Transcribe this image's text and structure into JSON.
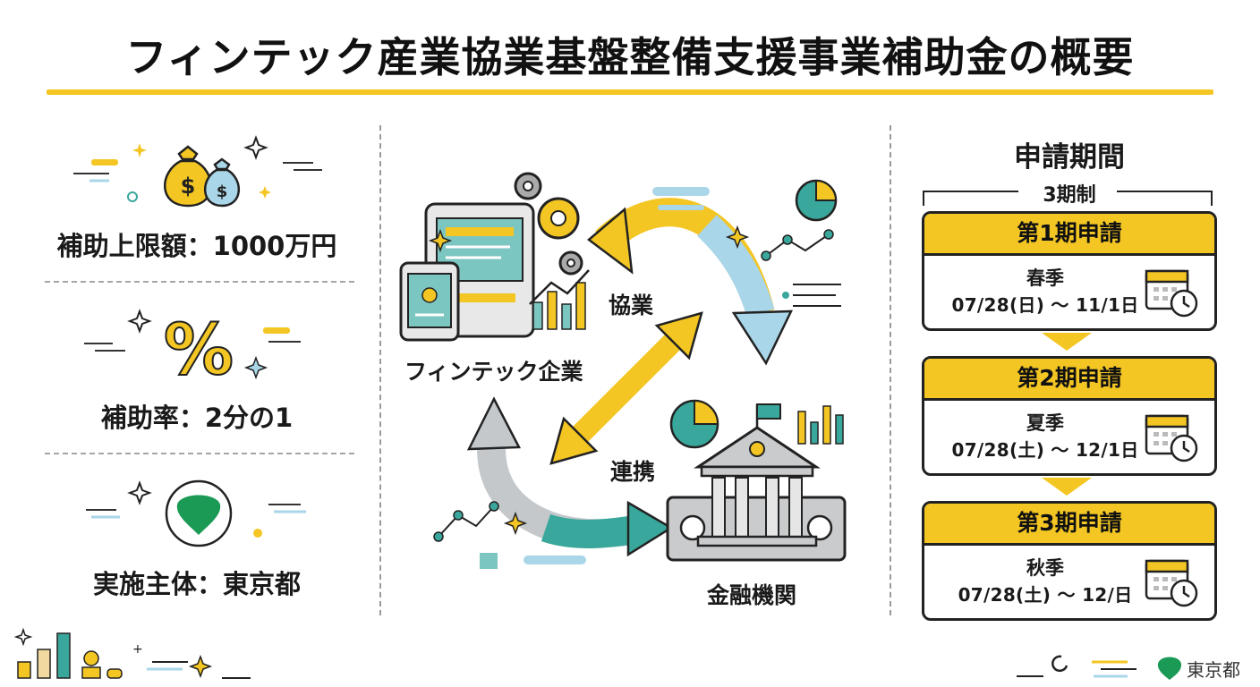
{
  "title": "フィンテック産業協業基盤整備支援事業補助金の概要",
  "left": {
    "items": [
      {
        "label": "補助上限額：1000万円",
        "icon": "money-bags-icon"
      },
      {
        "label": "補助率：2分の1",
        "icon": "percent-icon"
      },
      {
        "label": "実施主体：東京都",
        "icon": "tokyo-logo-icon"
      }
    ]
  },
  "center": {
    "fintech_label": "フィンテック企業",
    "bank_label": "金融機関",
    "collab_label": "協業",
    "link_label": "連携"
  },
  "right": {
    "title": "申請期間",
    "subtitle": "3期制",
    "periods": [
      {
        "heading": "第1期申請",
        "season": "春季",
        "dates": "07/28(日) 〜 11/1日"
      },
      {
        "heading": "第2期申請",
        "season": "夏季",
        "dates": "07/28(土) 〜 12/1日"
      },
      {
        "heading": "第3期申請",
        "season": "秋季",
        "dates": "07/28(土) 〜 12/日"
      }
    ]
  },
  "footer": {
    "brand": "東京都"
  },
  "colors": {
    "accent": "#f3c623",
    "teal": "#3aa79c",
    "light_blue": "#a9d6e8",
    "dark": "#222222"
  }
}
